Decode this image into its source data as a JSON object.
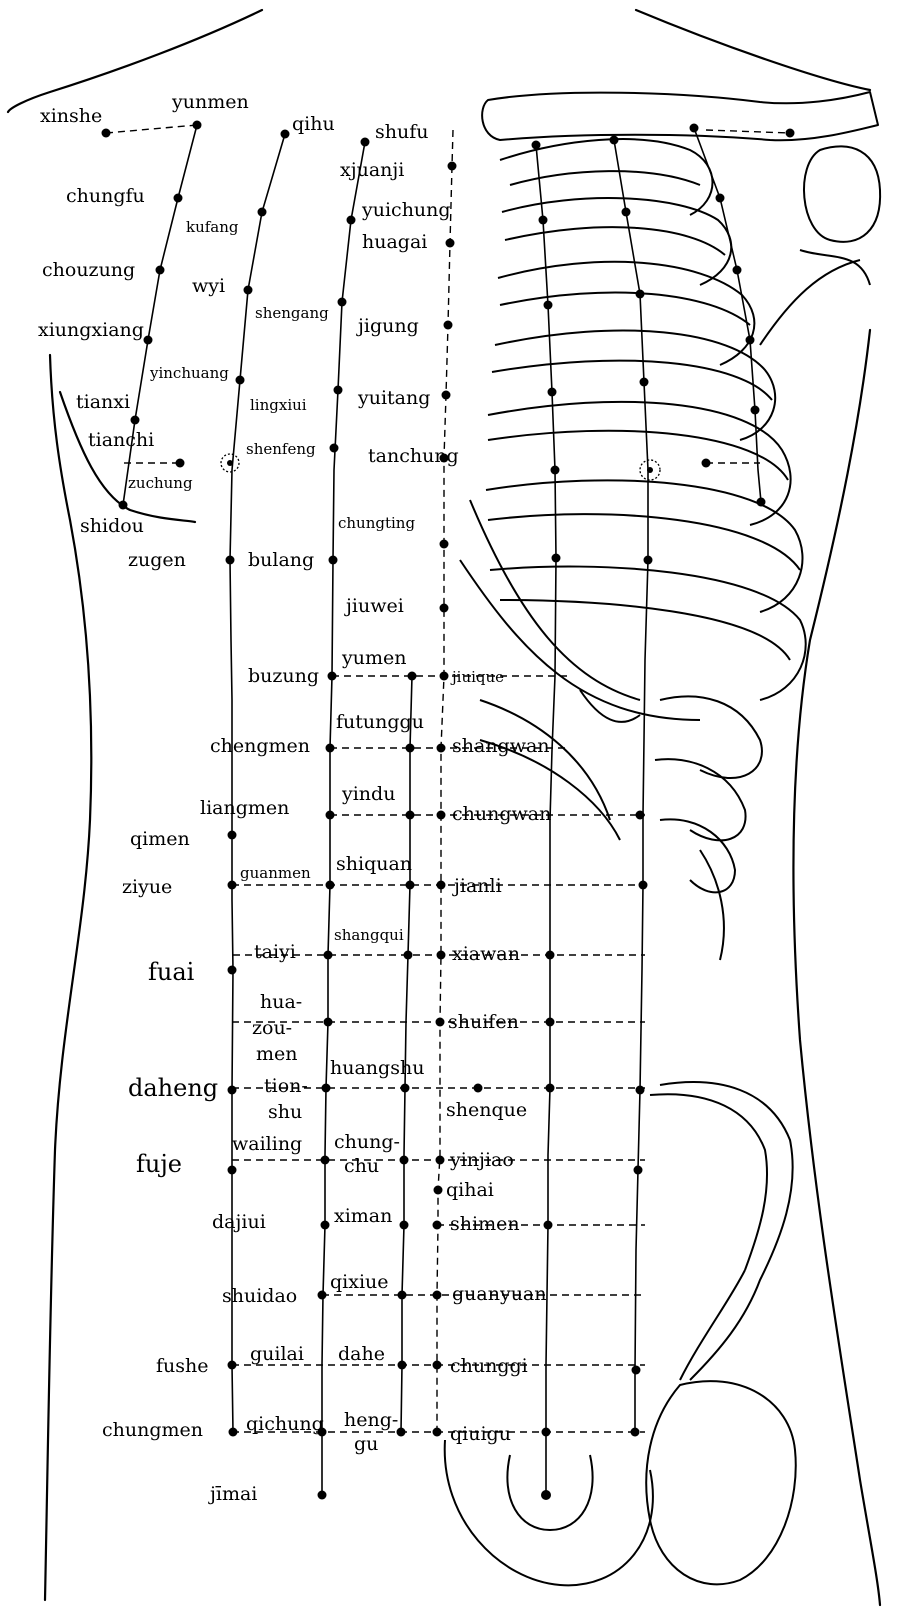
{
  "points": {
    "xinshe": "xinshe",
    "yunmen": "yunmen",
    "qihu": "qihu",
    "shufu": "shufu",
    "xjuanji": "xjuanji",
    "yuichung": "yuichung",
    "huagai": "huagai",
    "chungfu": "chungfu",
    "kufang": "kufang",
    "chouzung": "chouzung",
    "wyi": "wyi",
    "shengang": "shengang",
    "jigung": "jigung",
    "xiungxiang": "xiungxiang",
    "yinchuang": "yinchuang",
    "tianxi": "tianxi",
    "lingxiui": "lingxiui",
    "yuitang": "yuitang",
    "tianchi": "tianchi",
    "shenfeng": "shenfeng",
    "tanchung": "tanchung",
    "zuchung": "zuchung",
    "shidou": "shidou",
    "chungting": "chungting",
    "zugen": "zugen",
    "bulang": "bulang",
    "jiuwei": "jiuwei",
    "buzung": "buzung",
    "yumen": "yumen",
    "jiuique": "jiuique",
    "futunggu": "futunggu",
    "chengmen": "chengmen",
    "shangwan": "shangwan",
    "liangmen": "liangmen",
    "yindu": "yindu",
    "chungwan": "chungwan",
    "qimen": "qimen",
    "ziyue": "ziyue",
    "guanmen": "guanmen",
    "shiquan": "shiquan",
    "jianli": "jianli",
    "fuai": "fuai",
    "taiyi": "taiyi",
    "shangqui": "shangqui",
    "xiawan": "xiawan",
    "huazoumen_1": "hua-",
    "huazoumen_2": "zou-",
    "huazoumen_3": "men",
    "shuifen": "shuifen",
    "daheng": "daheng",
    "tianshu_1": "tion-",
    "tianshu_2": "shu",
    "huangshu": "huangshu",
    "shenque": "shenque",
    "fuje": "fuje",
    "wailing": "wailing",
    "chungchu_1": "chung-",
    "chungchu_2": "chu",
    "yinjiao": "yinjiao",
    "qihai": "qihai",
    "dajiui": "dajiui",
    "ximan": "ximan",
    "shimen": "shimen",
    "shuidao": "shuidao",
    "qixiue": "qixiue",
    "guanyuan": "guanyuan",
    "fushe": "fushe",
    "guilai": "guilai",
    "dahe": "dahe",
    "chunggi": "chunggi",
    "chungmen": "chungmen",
    "qichung": "qichung",
    "henggu_1": "heng-",
    "henggu_2": "gu",
    "qiuigu": "qiuigu",
    "jimai": "jīmai"
  }
}
